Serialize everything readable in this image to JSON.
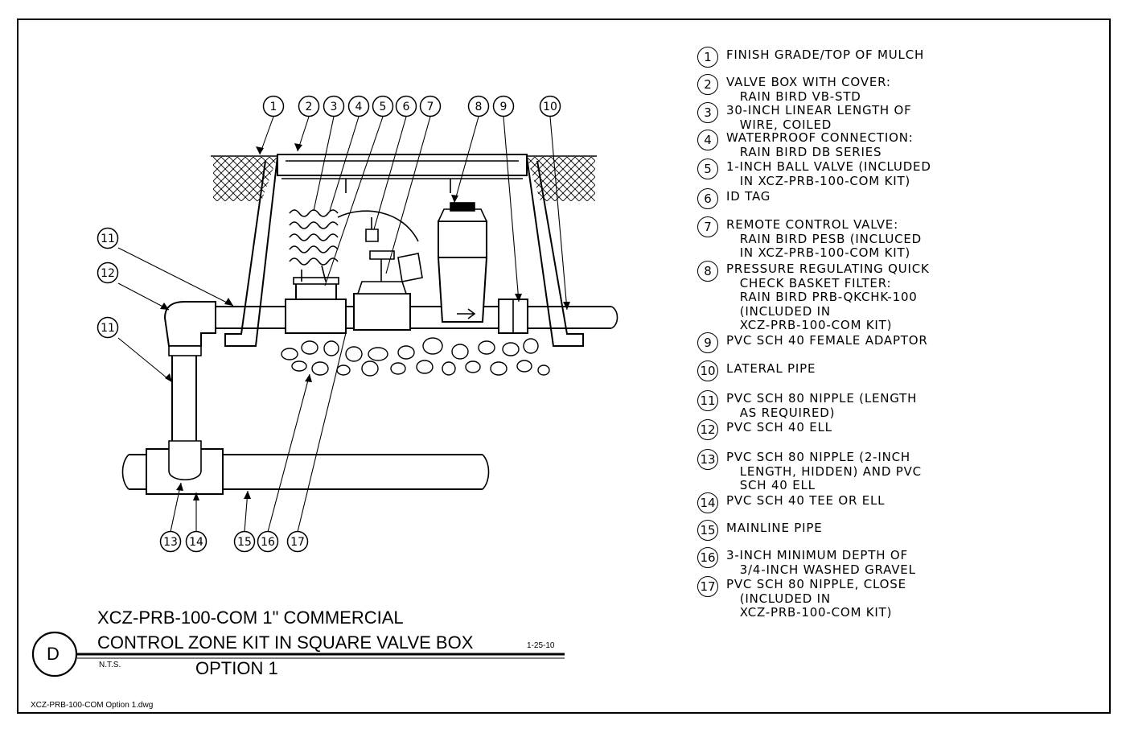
{
  "callout_numbers": [
    "1",
    "2",
    "3",
    "4",
    "5",
    "6",
    "7",
    "8",
    "9",
    "10",
    "11",
    "12",
    "11",
    "13",
    "14",
    "15",
    "16",
    "17"
  ],
  "legend": [
    {
      "num": "1",
      "text": "FINISH GRADE/TOP OF MULCH"
    },
    {
      "num": "2",
      "text": "VALVE BOX WITH COVER:\n   RAIN BIRD VB-STD"
    },
    {
      "num": "3",
      "text": "30-INCH LINEAR LENGTH OF\n   WIRE, COILED"
    },
    {
      "num": "4",
      "text": "WATERPROOF CONNECTION:\n   RAIN BIRD DB SERIES"
    },
    {
      "num": "5",
      "text": "1-INCH BALL VALVE (INCLUDED\n   IN XCZ-PRB-100-COM KIT)"
    },
    {
      "num": "6",
      "text": "ID TAG"
    },
    {
      "num": "7",
      "text": "REMOTE CONTROL VALVE:\n   RAIN BIRD PESB (INCLUCED\n   IN XCZ-PRB-100-COM KIT)"
    },
    {
      "num": "8",
      "text": "PRESSURE REGULATING QUICK\n   CHECK BASKET FILTER:\n   RAIN BIRD PRB-QKCHK-100\n   (INCLUDED IN\n   XCZ-PRB-100-COM KIT)"
    },
    {
      "num": "9",
      "text": "PVC SCH 40 FEMALE ADAPTOR"
    },
    {
      "num": "10",
      "text": "LATERAL PIPE"
    },
    {
      "num": "11",
      "text": "PVC SCH 80 NIPPLE (LENGTH\n   AS REQUIRED)"
    },
    {
      "num": "12",
      "text": "PVC SCH 40 ELL"
    },
    {
      "num": "13",
      "text": "PVC SCH 80 NIPPLE (2-INCH\n   LENGTH, HIDDEN) AND PVC\n   SCH 40 ELL"
    },
    {
      "num": "14",
      "text": "PVC SCH 40 TEE OR ELL"
    },
    {
      "num": "15",
      "text": "MAINLINE PIPE"
    },
    {
      "num": "16",
      "text": "3-INCH MINIMUM DEPTH OF\n   3/4-INCH WASHED GRAVEL"
    },
    {
      "num": "17",
      "text": "PVC SCH 80 NIPPLE, CLOSE\n   (INCLUDED IN\n   XCZ-PRB-100-COM KIT)"
    }
  ],
  "title": {
    "detail_letter": "D",
    "line1": "XCZ-PRB-100-COM 1\" COMMERCIAL",
    "line2": "CONTROL ZONE KIT IN SQUARE VALVE BOX",
    "scale": "N.T.S.",
    "date": "1-25-10",
    "option": "OPTION 1"
  },
  "filename": "XCZ-PRB-100-COM Option 1.dwg"
}
